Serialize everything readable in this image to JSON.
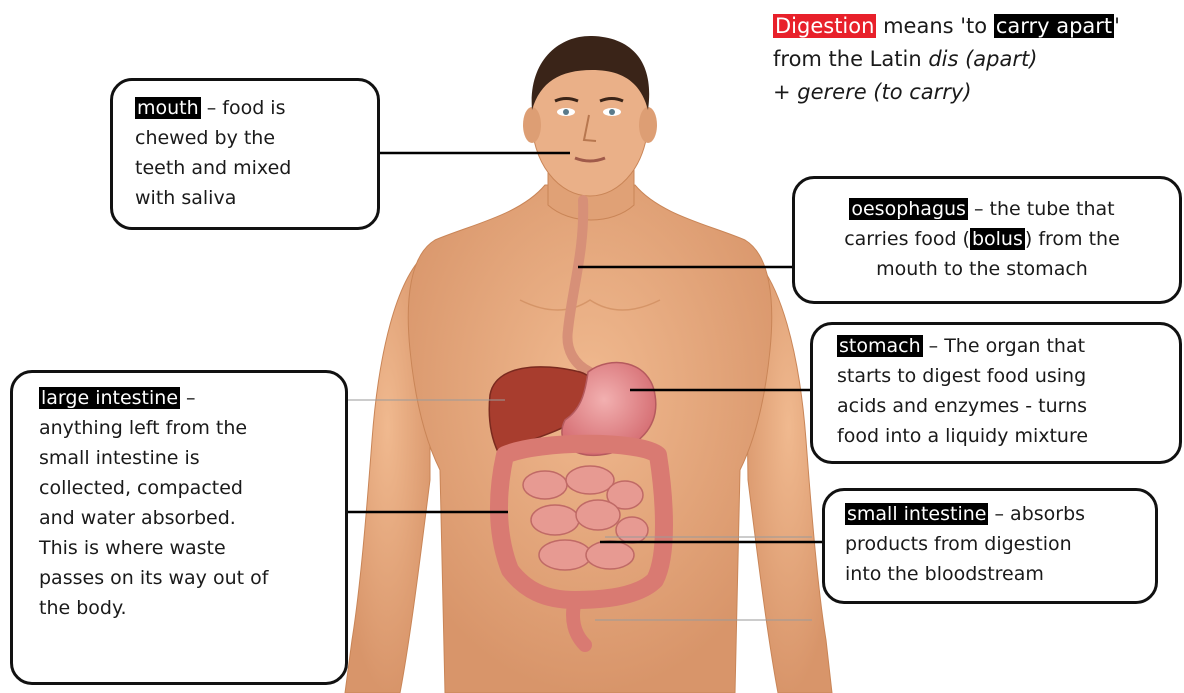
{
  "title_note": {
    "term": "Digestion",
    "text_1": " means 'to ",
    "meaning": "carry apart",
    "text_2": "'",
    "line_2_text": "from the Latin ",
    "line_2_italic": "dis (apart)",
    "line_3_italic": "+ gerere (to carry)"
  },
  "labels": {
    "mouth": {
      "term": "mouth",
      "text_1": " – food is",
      "text_2": "chewed by the",
      "text_3": "teeth and mixed",
      "text_4": "with saliva"
    },
    "oesophagus": {
      "term": "oesophagus",
      "text_1": " – the tube that",
      "text_2a": "carries food (",
      "term_2": "bolus",
      "text_2b": ") from the",
      "text_3": "mouth to the stomach"
    },
    "stomach": {
      "term": "stomach",
      "text_1": " – The organ that",
      "text_2": "starts to digest food using",
      "text_3": "acids and enzymes - turns",
      "text_4": "food into a liquidy mixture"
    },
    "large_intestine": {
      "term": "large intestine",
      "text_1": " –",
      "text_2": "anything left from the",
      "text_3": "small intestine is",
      "text_4": "collected, compacted",
      "text_5": "and water absorbed.",
      "text_6": "This is where waste",
      "text_7": "passes on its way out of",
      "text_8": "the body."
    },
    "small_intestine": {
      "term": "small intestine",
      "text_1": " – absorbs",
      "text_2": "products from digestion",
      "text_3": "into the bloodstream"
    }
  },
  "colors": {
    "highlight": "#000000",
    "highlight_red": "#e8202a",
    "skin": "#e8a87a",
    "skin_shadow": "#c98557",
    "hair": "#3a2418",
    "liver": "#a83d2e",
    "stomach": "#e48888",
    "intestine": "#d97a72",
    "oesophagus": "#d79078"
  },
  "icons": {
    "body": "human-body-illustration"
  }
}
